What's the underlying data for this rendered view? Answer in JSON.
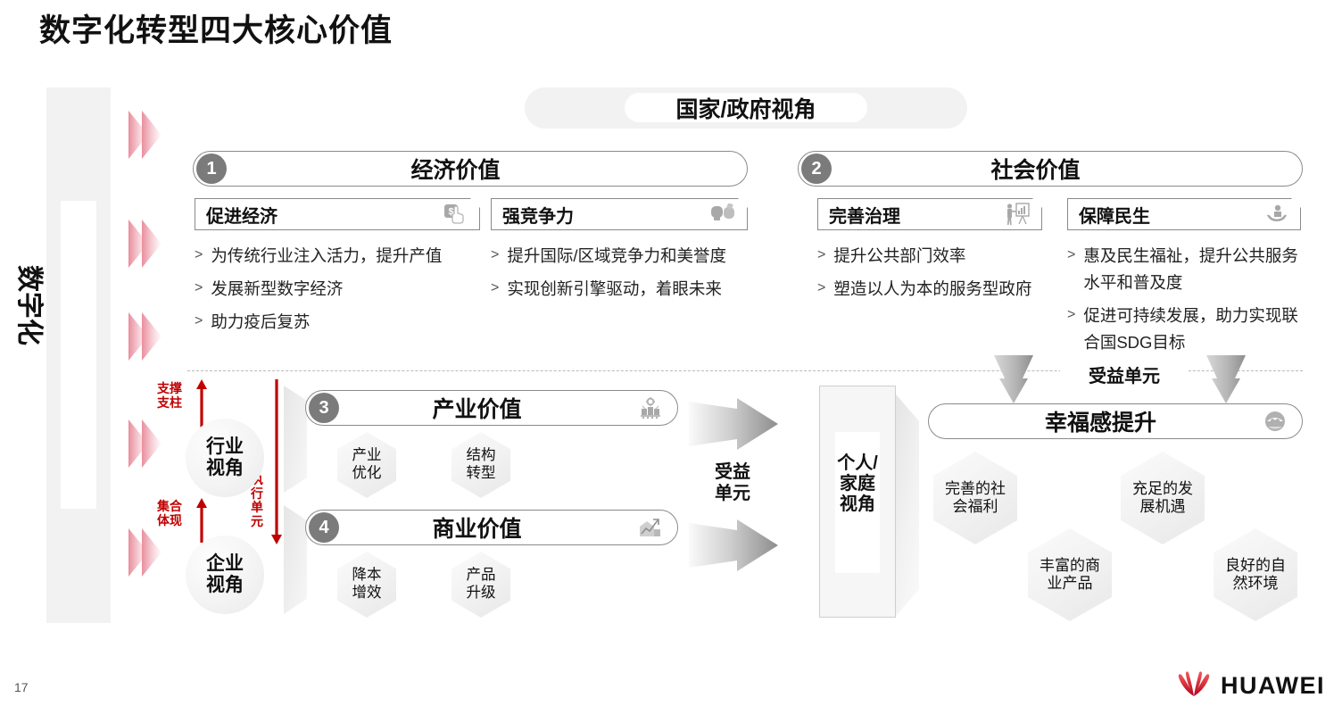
{
  "page_title": "数字化转型四大核心价值",
  "left_band": {
    "label": "数字化"
  },
  "top_perspective": {
    "label": "国家/政府视角"
  },
  "divider_label": "受益单元",
  "value_blocks": [
    {
      "number": "1",
      "title": "经济价值",
      "icon": "",
      "columns": [
        {
          "header": "促进经济",
          "icon": "dollar-hand-icon",
          "bullets": [
            "为传统行业注入活力，提升产值",
            "发展新型数字经济",
            "助力疫后复苏"
          ]
        },
        {
          "header": "强竞争力",
          "icon": "boxing-gloves-icon",
          "bullets": [
            "提升国际/区域竞争力和美誉度",
            "实现创新引擎驱动，着眼未来"
          ]
        }
      ]
    },
    {
      "number": "2",
      "title": "社会价值",
      "icon": "",
      "columns": [
        {
          "header": "完善治理",
          "icon": "presenter-board-icon",
          "bullets": [
            "提升公共部门效率",
            "塑造以人为本的服务型政府"
          ]
        },
        {
          "header": "保障民生",
          "icon": "person-care-icon",
          "bullets": [
            "惠及民生福祉，提升公共服务水平和普及度",
            "促进可持续发展，助力实现联合国SDG目标"
          ]
        }
      ]
    },
    {
      "number": "3",
      "title": "产业价值",
      "icon": "factory-gear-icon",
      "hexes": [
        "产业\n优化",
        "结构\n转型"
      ]
    },
    {
      "number": "4",
      "title": "商业价值",
      "icon": "growth-chart-icon",
      "hexes": [
        "降本\n增效",
        "产品\n升级"
      ]
    }
  ],
  "perspectives": {
    "industry": "行业\n视角",
    "enterprise": "企业\n视角",
    "individual": "个人/\n家庭\n视角"
  },
  "red_arrows": {
    "support_pillar": "支撑\n支柱",
    "aggregate": "集合\n体现",
    "execution_unit": "执\n行\n单\n元"
  },
  "beneficiary_middle": "受益\n单元",
  "happiness": {
    "number": "",
    "title": "幸福感提升",
    "icon": "smiley-heart-icon",
    "hexes": [
      "完善的社\n会福利",
      "丰富的商\n业产品",
      "充足的发\n展机遇",
      "良好的自\n然环境"
    ]
  },
  "footer": {
    "page_number": "17",
    "brand": "HUAWEI"
  },
  "colors": {
    "accent_red": "#c00000",
    "brand_red": "#cf0a2c",
    "pill_border": "#8a8a8a",
    "number_badge": "#7b7b7b",
    "band_gray": "#f2f2f2"
  }
}
